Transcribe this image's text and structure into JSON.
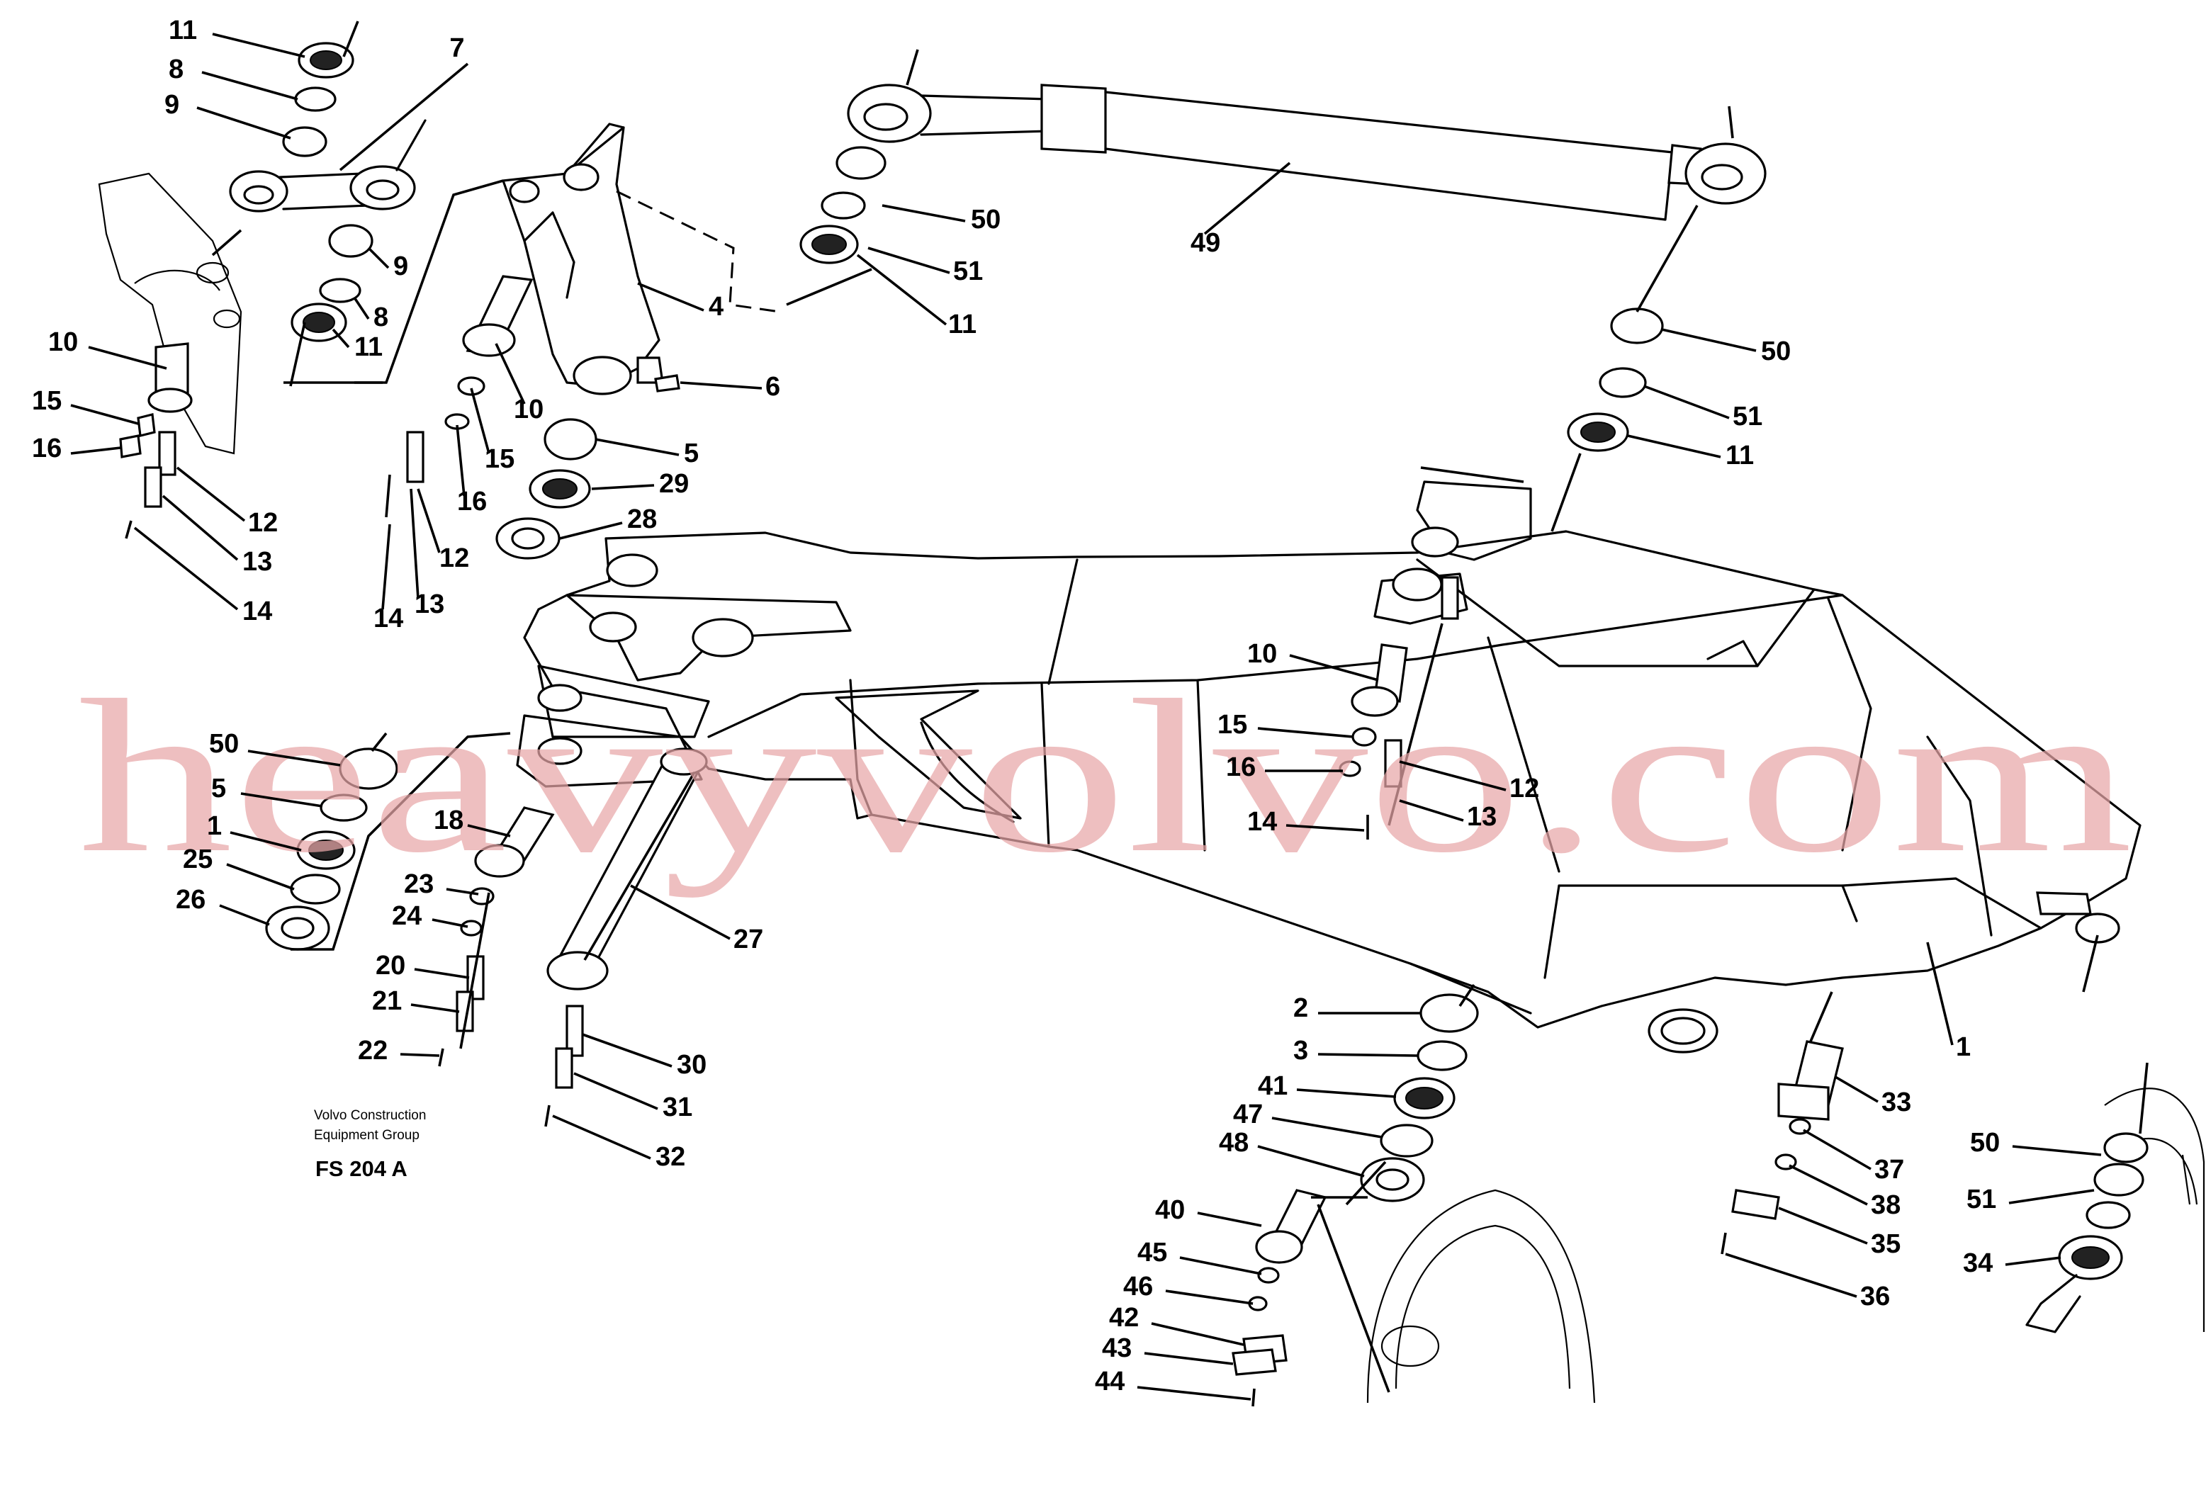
{
  "figure": {
    "watermark": "heavyvolvo.com",
    "credit_line_1": "Volvo Construction",
    "credit_line_2": "Equipment Group",
    "figure_code": "FS 204 A"
  },
  "callouts": [
    {
      "id": "c1",
      "label": "11"
    },
    {
      "id": "c2",
      "label": "8"
    },
    {
      "id": "c3",
      "label": "9"
    },
    {
      "id": "c4",
      "label": "7"
    },
    {
      "id": "c5",
      "label": "9"
    },
    {
      "id": "c6",
      "label": "8"
    },
    {
      "id": "c7",
      "label": "11"
    },
    {
      "id": "c8",
      "label": "10"
    },
    {
      "id": "c9",
      "label": "15"
    },
    {
      "id": "c10",
      "label": "16"
    },
    {
      "id": "c11",
      "label": "12"
    },
    {
      "id": "c12",
      "label": "13"
    },
    {
      "id": "c13",
      "label": "14"
    },
    {
      "id": "c14",
      "label": "4"
    },
    {
      "id": "c15",
      "label": "6"
    },
    {
      "id": "c16",
      "label": "10"
    },
    {
      "id": "c17",
      "label": "15"
    },
    {
      "id": "c18",
      "label": "16"
    },
    {
      "id": "c19",
      "label": "5"
    },
    {
      "id": "c20",
      "label": "29"
    },
    {
      "id": "c21",
      "label": "28"
    },
    {
      "id": "c22",
      "label": "12"
    },
    {
      "id": "c23",
      "label": "13"
    },
    {
      "id": "c24",
      "label": "14"
    },
    {
      "id": "c25",
      "label": "50"
    },
    {
      "id": "c26",
      "label": "51"
    },
    {
      "id": "c27",
      "label": "11"
    },
    {
      "id": "c28",
      "label": "49"
    },
    {
      "id": "c29",
      "label": "50"
    },
    {
      "id": "c30",
      "label": "51"
    },
    {
      "id": "c31",
      "label": "11"
    },
    {
      "id": "c32",
      "label": "10"
    },
    {
      "id": "c33",
      "label": "15"
    },
    {
      "id": "c34",
      "label": "12"
    },
    {
      "id": "c35",
      "label": "16"
    },
    {
      "id": "c36",
      "label": "13"
    },
    {
      "id": "c37",
      "label": "14"
    },
    {
      "id": "c38",
      "label": "50"
    },
    {
      "id": "c39",
      "label": "5"
    },
    {
      "id": "c40",
      "label": "1"
    },
    {
      "id": "c41",
      "label": "18"
    },
    {
      "id": "c42",
      "label": "25"
    },
    {
      "id": "c43",
      "label": "23"
    },
    {
      "id": "c44",
      "label": "26"
    },
    {
      "id": "c45",
      "label": "24"
    },
    {
      "id": "c46",
      "label": "27"
    },
    {
      "id": "c47",
      "label": "20"
    },
    {
      "id": "c48",
      "label": "21"
    },
    {
      "id": "c49",
      "label": "22"
    },
    {
      "id": "c50",
      "label": "30"
    },
    {
      "id": "c51",
      "label": "31"
    },
    {
      "id": "c52",
      "label": "32"
    },
    {
      "id": "c53",
      "label": "2"
    },
    {
      "id": "c54",
      "label": "3"
    },
    {
      "id": "c55",
      "label": "41"
    },
    {
      "id": "c56",
      "label": "47"
    },
    {
      "id": "c57",
      "label": "48"
    },
    {
      "id": "c58",
      "label": "40"
    },
    {
      "id": "c59",
      "label": "45"
    },
    {
      "id": "c60",
      "label": "46"
    },
    {
      "id": "c61",
      "label": "42"
    },
    {
      "id": "c62",
      "label": "43"
    },
    {
      "id": "c63",
      "label": "44"
    },
    {
      "id": "c64",
      "label": "1"
    },
    {
      "id": "c65",
      "label": "33"
    },
    {
      "id": "c66",
      "label": "37"
    },
    {
      "id": "c67",
      "label": "38"
    },
    {
      "id": "c68",
      "label": "35"
    },
    {
      "id": "c69",
      "label": "36"
    },
    {
      "id": "c70",
      "label": "50"
    },
    {
      "id": "c71",
      "label": "51"
    },
    {
      "id": "c72",
      "label": "34"
    }
  ]
}
